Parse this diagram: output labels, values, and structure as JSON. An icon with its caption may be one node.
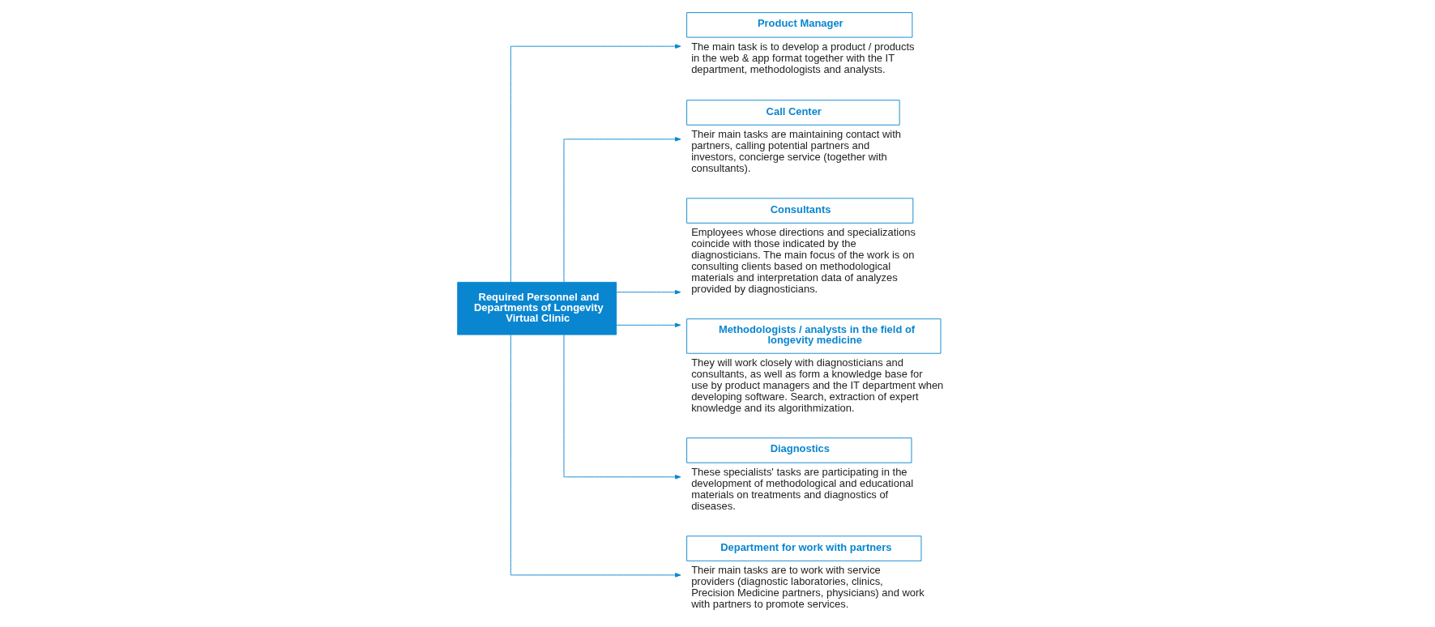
{
  "diagram": {
    "nodes": [
      {
        "text": [
          "Required Personnel and Departments of Longevity Virtual Clinic"
        ]
      },
      {
        "text": [
          "Product Manager"
        ],
        "beside": [
          "The main task is to develop a product / products in the web & app format together with the IT department, methodologists and analysts."
        ]
      },
      {
        "text": [
          "Call Center"
        ],
        "beside": [
          "Their main tasks are maintaining contact with partners, calling potential partners and investors, concierge service (together with consultants)."
        ]
      },
      {
        "text": [
          "Consultants"
        ],
        "beside": [
          "Employees whose directions and specializations coincide with those indicated by the diagnosticians. The main focus of the work is on consulting clients based on methodological materials and interpretation data of analyzes provided by diagnosticians."
        ]
      },
      {
        "text": [
          "Methodologists / analysts in the field of longevity medicine"
        ],
        "beside": [
          "They will work closely with diagnosticians and consultants, as well as form a knowledge base for use by product managers and the IT department when developing software. Search, extraction of expert knowledge and its algorithmization."
        ]
      },
      {
        "text": [
          "Diagnostics"
        ],
        "beside": [
          "These specialists' tasks are participating in the development of methodological and educational materials on treatments and diagnostics of diseases."
        ]
      },
      {
        "text": [
          "Department for work with partners"
        ],
        "beside": [
          "Their main tasks are to work with service providers (diagnostic laboratories, clinics, Precision Medicine partners, physicians) and work with partners to promote services."
        ]
      }
    ],
    "edges": [
      {
        "from": 0,
        "to": 1,
        "arrow": "to"
      },
      {
        "from": 0,
        "to": 2,
        "arrow": "to"
      },
      {
        "from": 0,
        "to": 3,
        "arrow": "to"
      },
      {
        "from": 0,
        "to": 4,
        "arrow": "to"
      },
      {
        "from": 0,
        "to": 5,
        "arrow": "to"
      },
      {
        "from": 0,
        "to": 6,
        "arrow": "to"
      }
    ]
  }
}
